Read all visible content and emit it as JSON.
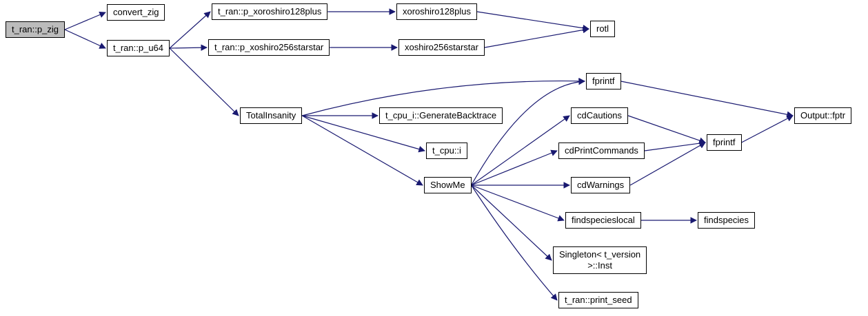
{
  "diagram": {
    "kind": "call-graph",
    "background_color": "#ffffff",
    "edge_color": "#191970",
    "node_border_color": "#000000",
    "highlight_fill_color": "#bcbcbc"
  },
  "nodes": {
    "p_zig": {
      "label": "t_ran::p_zig",
      "highlighted": true
    },
    "convert_zig": {
      "label": "convert_zig",
      "highlighted": false
    },
    "p_u64": {
      "label": "t_ran::p_u64",
      "highlighted": false
    },
    "p_xoroshiro128plus": {
      "label": "t_ran::p_xoroshiro128plus",
      "highlighted": false
    },
    "p_xoshiro256starstar": {
      "label": "t_ran::p_xoshiro256starstar",
      "highlighted": false
    },
    "xoroshiro128plus": {
      "label": "xoroshiro128plus",
      "highlighted": false
    },
    "xoshiro256starstar": {
      "label": "xoshiro256starstar",
      "highlighted": false
    },
    "rotl": {
      "label": "rotl",
      "highlighted": false
    },
    "TotalInsanity": {
      "label": "TotalInsanity",
      "highlighted": false
    },
    "fprintf1": {
      "label": "fprintf",
      "highlighted": false
    },
    "GenerateBacktrace": {
      "label": "t_cpu_i::GenerateBacktrace",
      "highlighted": false
    },
    "t_cpu_i": {
      "label": "t_cpu::i",
      "highlighted": false
    },
    "ShowMe": {
      "label": "ShowMe",
      "highlighted": false
    },
    "cdCautions": {
      "label": "cdCautions",
      "highlighted": false
    },
    "cdPrintCommands": {
      "label": "cdPrintCommands",
      "highlighted": false
    },
    "fprintf2": {
      "label": "fprintf",
      "highlighted": false
    },
    "cdWarnings": {
      "label": "cdWarnings",
      "highlighted": false
    },
    "Output_fptr": {
      "label": "Output::fptr",
      "highlighted": false
    },
    "findspecieslocal": {
      "label": "findspecieslocal",
      "highlighted": false
    },
    "findspecies": {
      "label": "findspecies",
      "highlighted": false
    },
    "Singleton_Inst": {
      "label": "Singleton< t_version\n>::Inst",
      "highlighted": false
    },
    "print_seed": {
      "label": "t_ran::print_seed",
      "highlighted": false
    }
  },
  "edges": [
    {
      "from": "p_zig",
      "to": "convert_zig"
    },
    {
      "from": "p_zig",
      "to": "p_u64"
    },
    {
      "from": "p_u64",
      "to": "p_xoroshiro128plus"
    },
    {
      "from": "p_u64",
      "to": "p_xoshiro256starstar"
    },
    {
      "from": "p_u64",
      "to": "TotalInsanity"
    },
    {
      "from": "p_xoroshiro128plus",
      "to": "xoroshiro128plus"
    },
    {
      "from": "p_xoshiro256starstar",
      "to": "xoshiro256starstar"
    },
    {
      "from": "xoroshiro128plus",
      "to": "rotl"
    },
    {
      "from": "xoshiro256starstar",
      "to": "rotl"
    },
    {
      "from": "TotalInsanity",
      "to": "fprintf1"
    },
    {
      "from": "TotalInsanity",
      "to": "GenerateBacktrace"
    },
    {
      "from": "TotalInsanity",
      "to": "t_cpu_i"
    },
    {
      "from": "TotalInsanity",
      "to": "ShowMe"
    },
    {
      "from": "ShowMe",
      "to": "fprintf1"
    },
    {
      "from": "ShowMe",
      "to": "cdCautions"
    },
    {
      "from": "ShowMe",
      "to": "cdPrintCommands"
    },
    {
      "from": "ShowMe",
      "to": "cdWarnings"
    },
    {
      "from": "ShowMe",
      "to": "findspecieslocal"
    },
    {
      "from": "ShowMe",
      "to": "Singleton_Inst"
    },
    {
      "from": "ShowMe",
      "to": "print_seed"
    },
    {
      "from": "cdCautions",
      "to": "fprintf2"
    },
    {
      "from": "cdPrintCommands",
      "to": "fprintf2"
    },
    {
      "from": "cdWarnings",
      "to": "fprintf2"
    },
    {
      "from": "fprintf1",
      "to": "Output_fptr"
    },
    {
      "from": "fprintf2",
      "to": "Output_fptr"
    },
    {
      "from": "findspecieslocal",
      "to": "findspecies"
    }
  ]
}
